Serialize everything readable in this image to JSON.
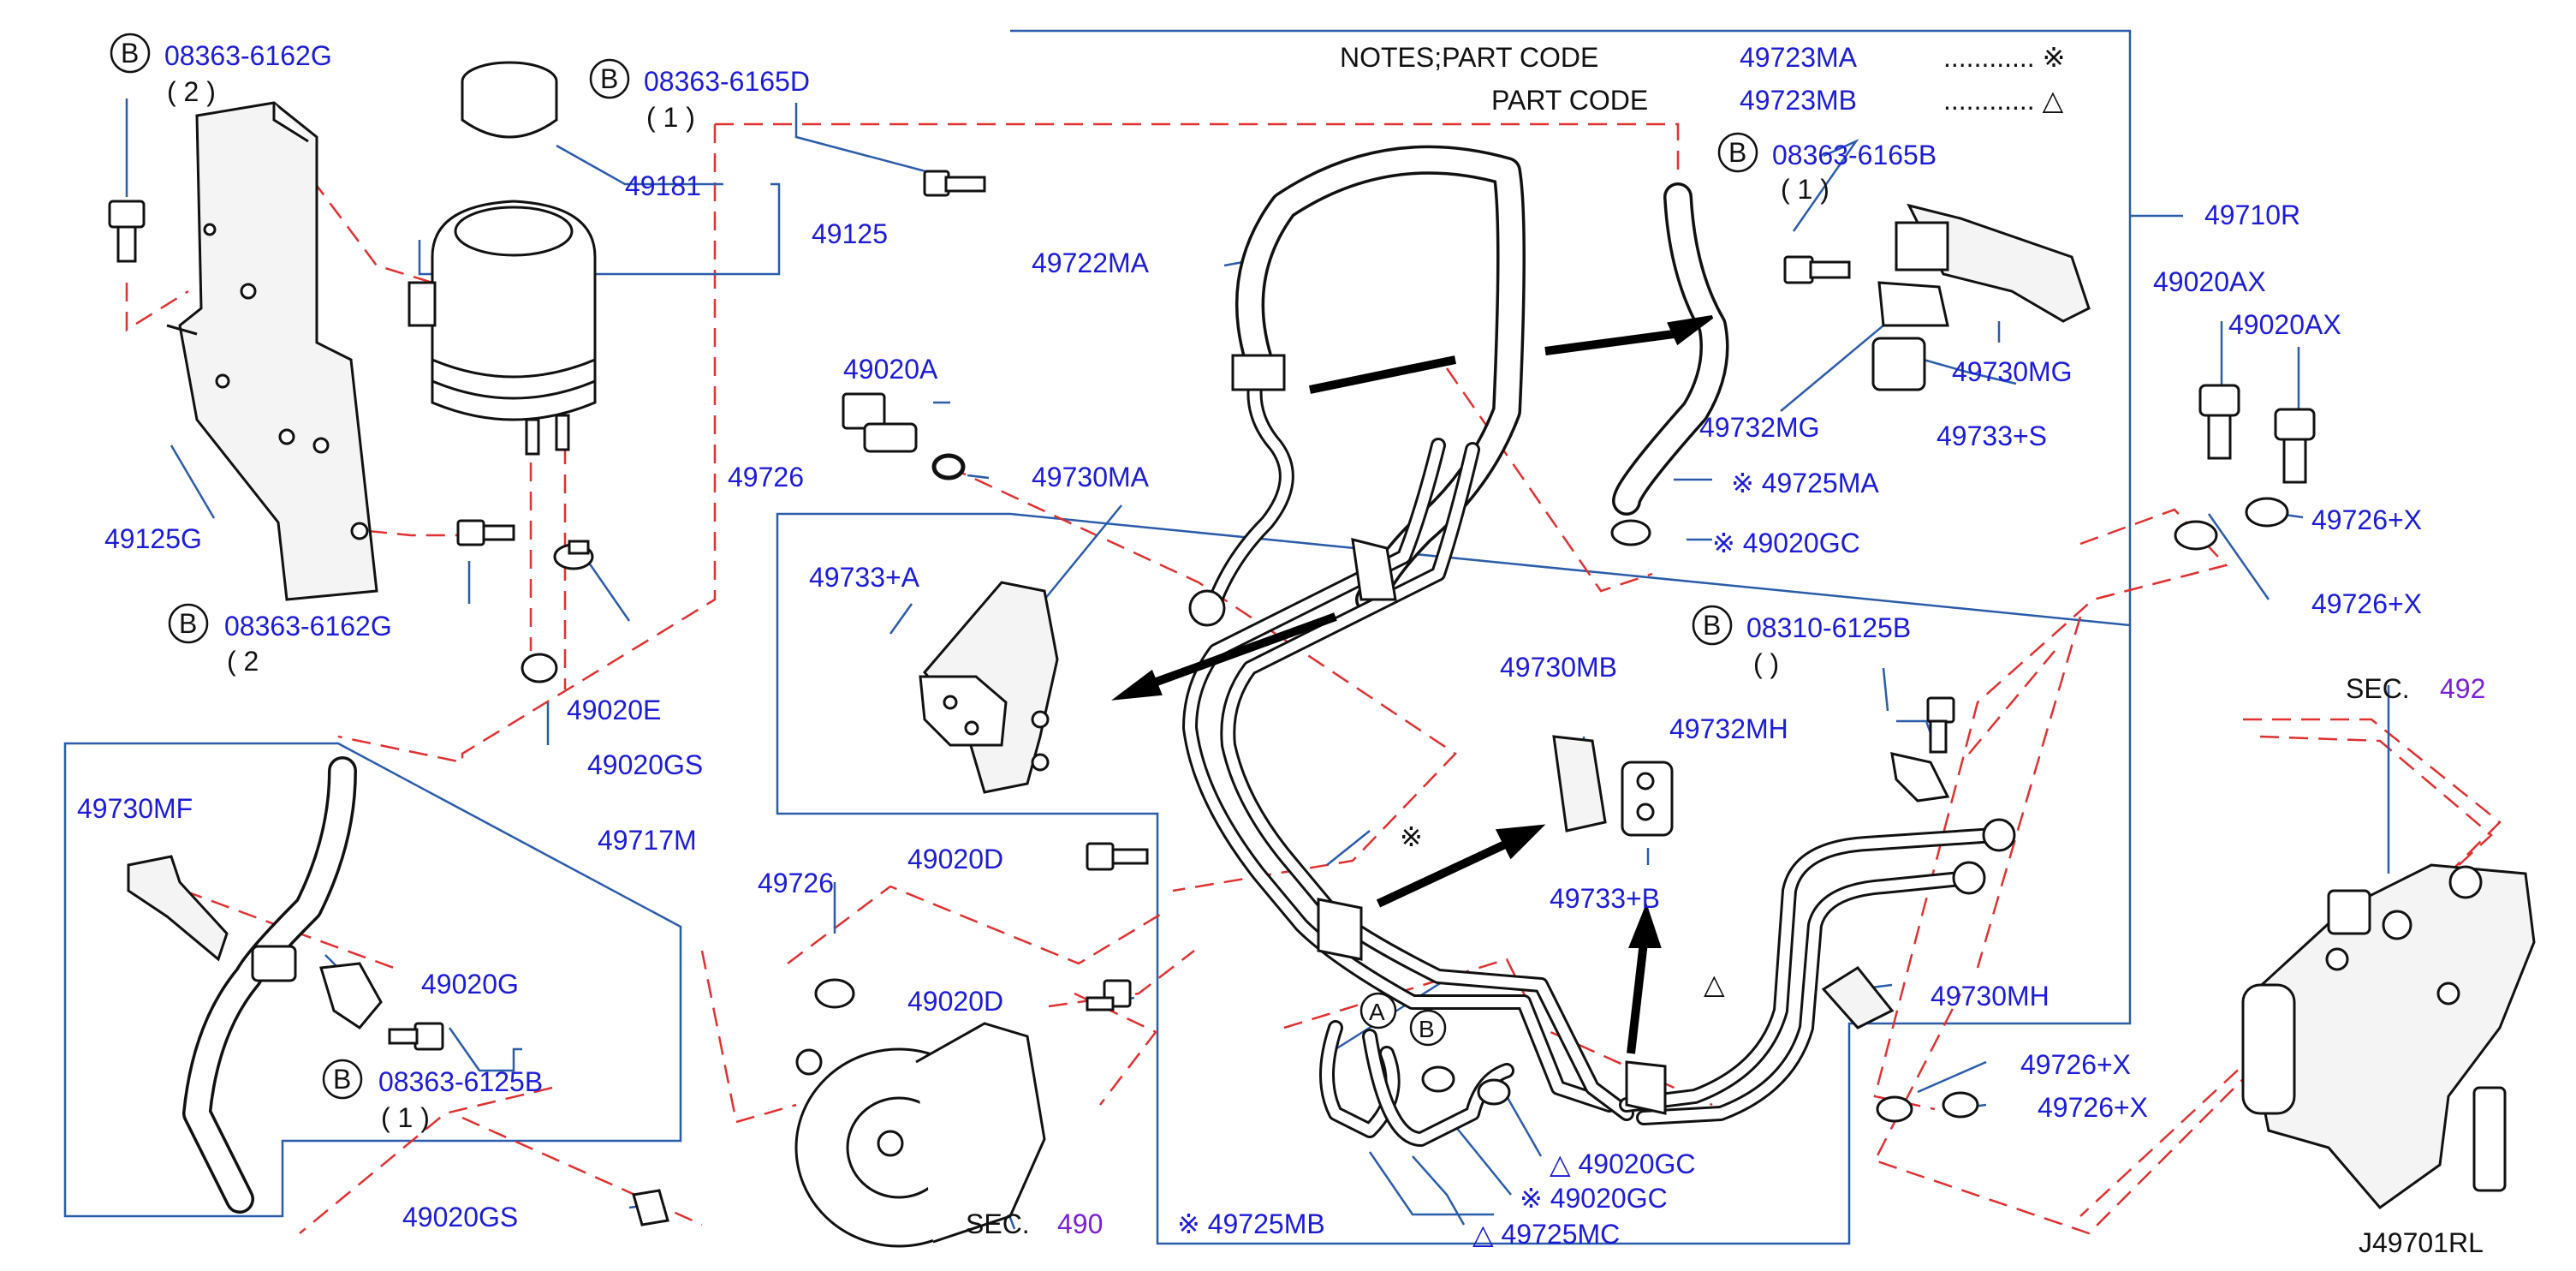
{
  "notes": {
    "line1_prefix": "NOTES;PART  CODE",
    "line1_code": "49723MA",
    "line1_symbol": "............ ※",
    "line2_prefix": "PART  CODE",
    "line2_code": "49723MB",
    "line2_symbol": "............ △"
  },
  "callouts": {
    "b_top_left_code": "08363-6162G",
    "b_top_left_qty": "( 2 )",
    "b_top_mid_code": "08363-6165D",
    "b_top_mid_qty": "( 1 )",
    "b_top_right_code": "08363-6165B",
    "b_top_right_qty": "( 1 )",
    "b_left_mid_code": "08363-6162G",
    "b_left_mid_qty": "( 2",
    "b_lower_left_code": "08363-6125B",
    "b_lower_left_qty": "( 1 )",
    "b_mid_right_code": "08310-6125B",
    "b_mid_right_qty": "( )",
    "b_letter": "B",
    "a_letter": "A"
  },
  "parts": {
    "p49181": "49181",
    "p49125": "49125",
    "p49722MA": "49722MA",
    "p49710R": "49710R",
    "p49020AX_1": "49020AX",
    "p49020AX_2": "49020AX",
    "p49730MG": "49730MG",
    "p49732MG": "49732MG",
    "p49733S": "49733+S",
    "p49725MA": "※ 49725MA",
    "p49020GC_top": "※ 49020GC",
    "p49726X_1": "49726+X",
    "p49726X_2": "49726+X",
    "p49020A": "49020A",
    "p49726_mid": "49726",
    "p49730MA": "49730MA",
    "p49733A": "49733+A",
    "p49125G": "49125G",
    "p49020E": "49020E",
    "p49020GS_1": "49020GS",
    "p49730MB": "49730MB",
    "p49732MH": "49732MH",
    "p49733B": "49733+B",
    "p49730MF": "49730MF",
    "p49717M": "49717M",
    "p49726_low": "49726",
    "p49020D_1": "49020D",
    "p49020D_2": "49020D",
    "p49020G": "49020G",
    "star_mark": "※",
    "triangle_mark": "△",
    "p49730MH": "49730MH",
    "p49726X_3": "49726+X",
    "p49726X_4": "49726+X",
    "p49020GC_tri": "△ 49020GC",
    "p49020GC_star": "※ 49020GC",
    "p49725MB": "※ 49725MB",
    "p49725MC": "△ 49725MC",
    "p49020GS_2": "49020GS"
  },
  "sections": {
    "sec_pump_label": "SEC.",
    "sec_pump_num": "490",
    "sec_gear_label": "SEC.",
    "sec_gear_num": "492"
  },
  "diagram_id": "J49701RL"
}
